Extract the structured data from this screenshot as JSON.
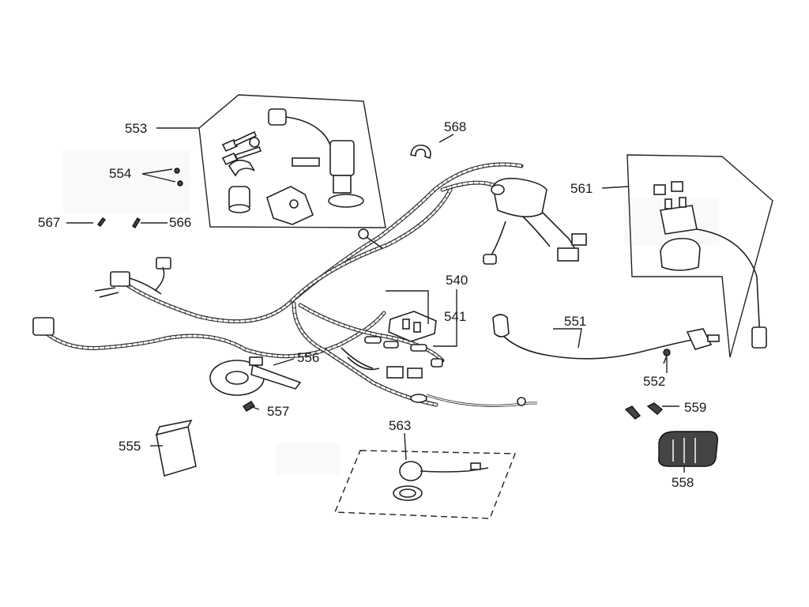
{
  "callouts": {
    "c540": "540",
    "c541": "541",
    "c551": "551",
    "c552": "552",
    "c553": "553",
    "c554": "554",
    "c555": "555",
    "c556": "556",
    "c557": "557",
    "c558": "558",
    "c559": "559",
    "c561": "561",
    "c563": "563",
    "c566": "566",
    "c567": "567",
    "c568": "568"
  }
}
